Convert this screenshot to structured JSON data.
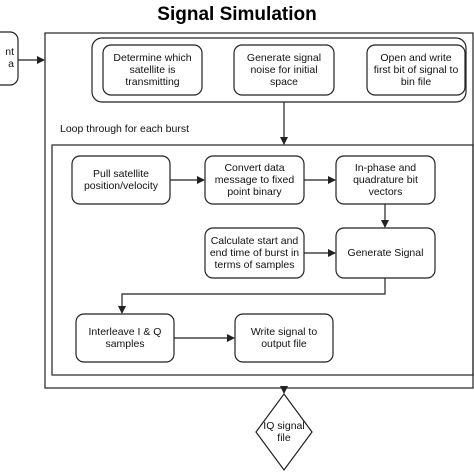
{
  "diagram": {
    "title": "Signal Simulation",
    "loop_caption": "Loop through for each burst",
    "input_node_partial": "nt\na",
    "nodes": {
      "determine_satellite": "Determine which satellite is transmitting",
      "generate_noise": "Generate signal noise for initial space",
      "open_write_first_bit": "Open and write first bit of signal to bin file",
      "pull_satellite": "Pull satellite position/velocity",
      "convert_data": "Convert data message to fixed point binary",
      "iq_vectors": "In-phase and quadrature bit vectors",
      "calculate_start_end": "Calculate start and end time of burst in terms of samples",
      "generate_signal": "Generate Signal",
      "interleave": "Interleave I & Q samples",
      "write_signal": "Write signal to output file",
      "iq_signal_file": "IQ signal file"
    },
    "colors": {
      "stroke": "#222222",
      "fill": "#ffffff",
      "text": "#111111"
    }
  }
}
